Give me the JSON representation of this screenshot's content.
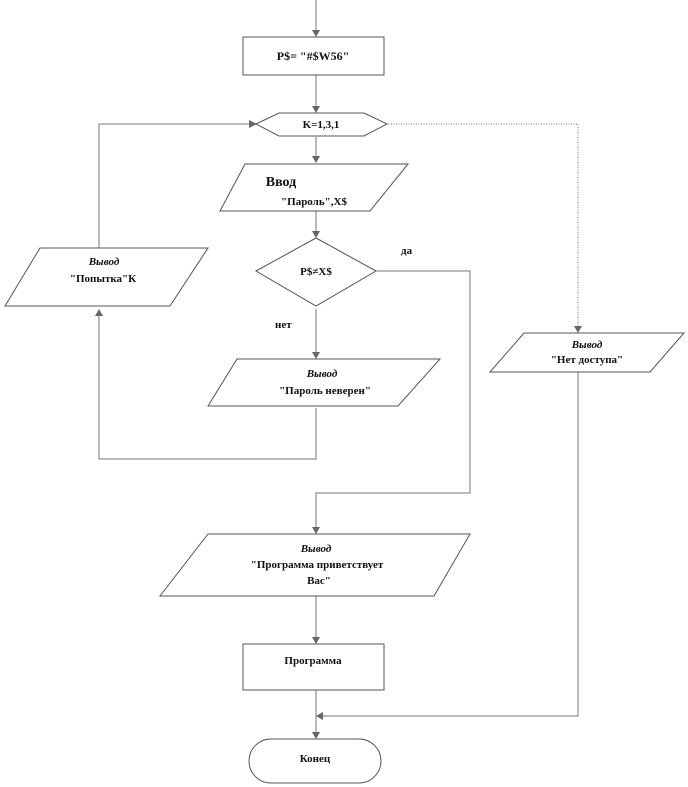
{
  "flowchart": {
    "init": "P$= \"#$W56\"",
    "loop": "K=1,3,1",
    "input": {
      "title": "Ввод",
      "text": "\"Пароль\",X$"
    },
    "condition": "P$≠X$",
    "yes": "да",
    "no": "нет",
    "attempt": {
      "title": "Вывод",
      "text": "\"Попытка\"К"
    },
    "wrong": {
      "title": "Вывод",
      "text": "\"Пароль неверен\""
    },
    "no_access": {
      "title": "Вывод",
      "text": "\"Нет доступа\""
    },
    "welcome": {
      "title": "Вывод",
      "line1": "\"Программа приветствует",
      "line2": "Вас\""
    },
    "program": "Программа",
    "end": "Конец"
  }
}
